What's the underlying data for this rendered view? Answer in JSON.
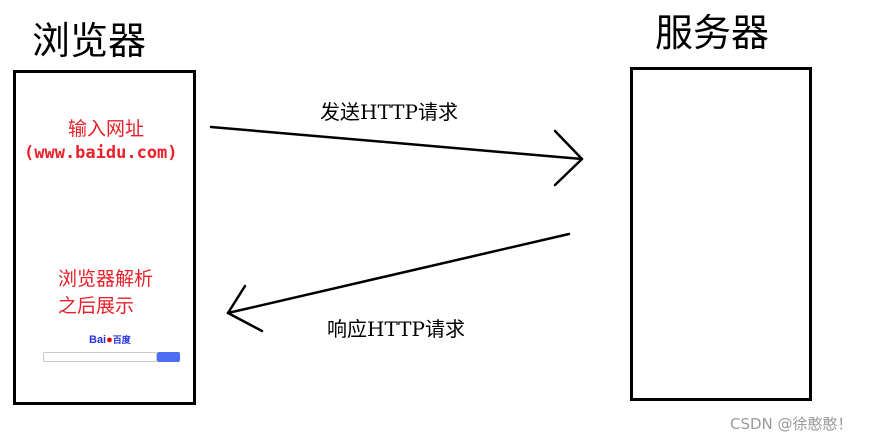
{
  "browser": {
    "title": "浏览器",
    "step1_line1": "输入网址",
    "step1_line2": "(www.baidu.com)",
    "step2_line1": "浏览器解析",
    "step2_line2": "之后展示",
    "baidu_logo_text": "Bai",
    "baidu_logo_suffix": "百度"
  },
  "server": {
    "title": "服务器"
  },
  "arrows": {
    "request_label": "发送HTTP请求",
    "response_label": "响应HTTP请求"
  },
  "watermark": "CSDN @徐憨憨！",
  "colors": {
    "annotation_red": "#e8202a",
    "baidu_blue": "#2932e1",
    "baidu_red": "#e10602",
    "search_button_blue": "#4e6ef2"
  }
}
